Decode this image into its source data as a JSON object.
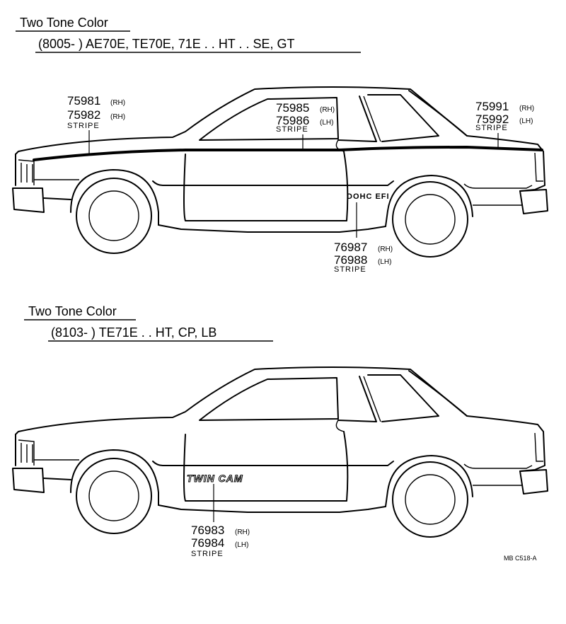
{
  "diagram_a": {
    "title": "Two Tone Color",
    "applicability": "(8005-        ) AE70E, TE70E, 71E . . HT . . SE, GT",
    "callout_1": {
      "part_rh": "75981",
      "suffix_rh": "(RH)",
      "part_2": "75982",
      "suffix_2": "(RH)",
      "desc": "STRIPE"
    },
    "callout_2": {
      "part_rh": "75985",
      "suffix_rh": "(RH)",
      "part_lh": "75986",
      "suffix_lh": "(LH)",
      "desc": "STRIPE"
    },
    "callout_3": {
      "part_rh": "75991",
      "suffix_rh": "(RH)",
      "part_lh": "75992",
      "suffix_lh": "(LH)",
      "desc": "STRIPE"
    },
    "callout_4": {
      "part_rh": "76987",
      "suffix_rh": "(RH)",
      "part_lh": "76988",
      "suffix_lh": "(LH)",
      "desc": "STRIPE"
    },
    "badge": "DOHC EFI"
  },
  "diagram_b": {
    "title": "Two Tone Color",
    "applicability": "(8103-        ) TE71E . . HT, CP, LB",
    "callout_1": {
      "part_rh": "76983",
      "suffix_rh": "(RH)",
      "part_lh": "76984",
      "suffix_lh": "(LH)",
      "desc": "STRIPE"
    },
    "badge": "TWIN CAM"
  },
  "figure_code": "MB C518-A"
}
